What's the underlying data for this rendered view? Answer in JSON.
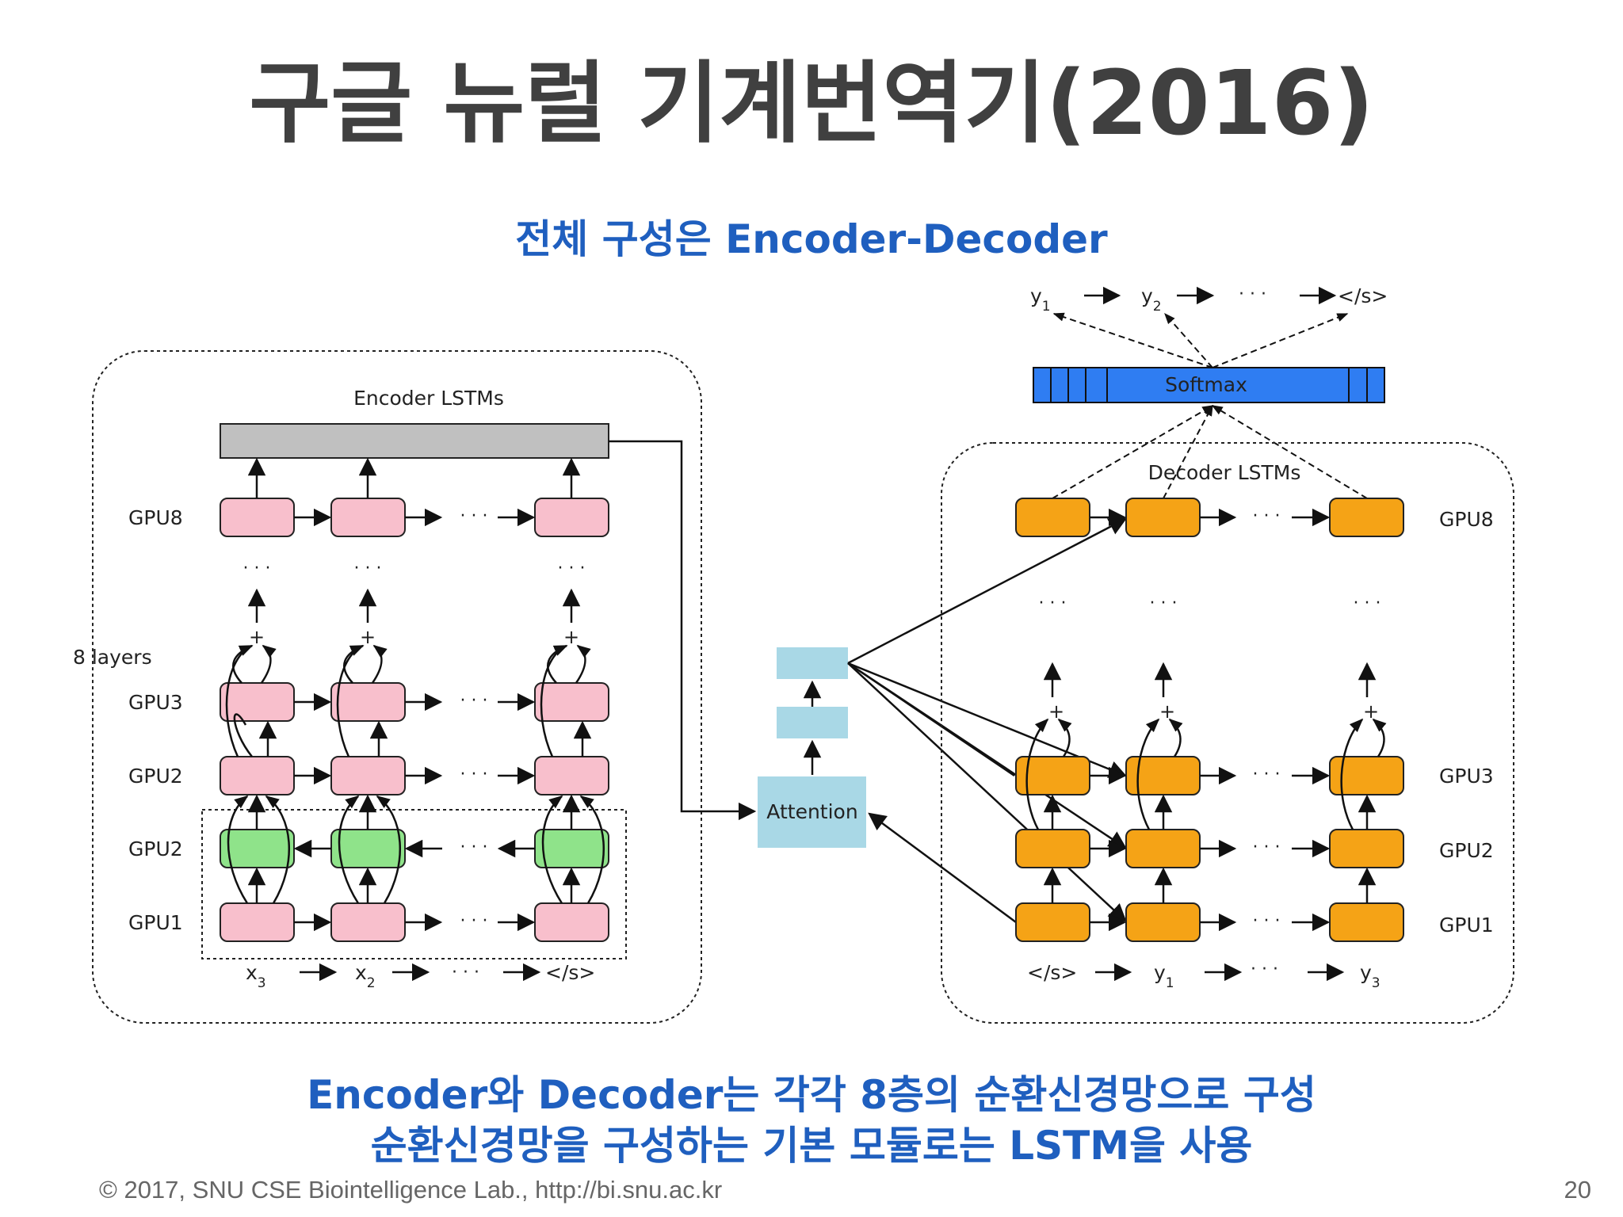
{
  "slide": {
    "title": "구글 뉴럴 기계번역기(2016)",
    "subtitle": "전체 구성은 Encoder-Decoder",
    "caption_line1": "Encoder와 Decoder는 각각 8층의 순환신경망으로 구성",
    "caption_line2": "순환신경망을 구성하는 기본 모듈로는 LSTM을 사용",
    "footer": "© 2017, SNU CSE Biointelligence Lab., http://bi.snu.ac.kr",
    "page_number": "20"
  },
  "diagram": {
    "encoder": {
      "title": "Encoder LSTMs",
      "layers_label": "8 layers",
      "gpu_labels": [
        "GPU8",
        "GPU3",
        "GPU2",
        "GPU2",
        "GPU1"
      ],
      "ellipsis": "· · ·",
      "inputs": {
        "x3": "x",
        "x3_sub": "3",
        "x2": "x",
        "x2_sub": "2",
        "eos": "</s>"
      }
    },
    "attention": {
      "label": "Attention"
    },
    "softmax": {
      "label": "Softmax"
    },
    "decoder": {
      "title": "Decoder LSTMs",
      "gpu_labels": [
        "GPU8",
        "GPU3",
        "GPU2",
        "GPU1"
      ],
      "inputs": {
        "eos": "</s>",
        "y1": "y",
        "y1_sub": "1",
        "y3": "y",
        "y3_sub": "3"
      },
      "outputs": {
        "y1": "y",
        "y1_sub": "1",
        "y2": "y",
        "y2_sub": "2",
        "eos": "</s>"
      }
    },
    "colors": {
      "encoder_cell": "#f8bfcc",
      "backward_cell": "#8fe38a",
      "decoder_cell": "#f5a316",
      "attention": "#a9d8e6",
      "softmax": "#2f7df2",
      "encoder_bar": "#c0c0c0"
    }
  }
}
